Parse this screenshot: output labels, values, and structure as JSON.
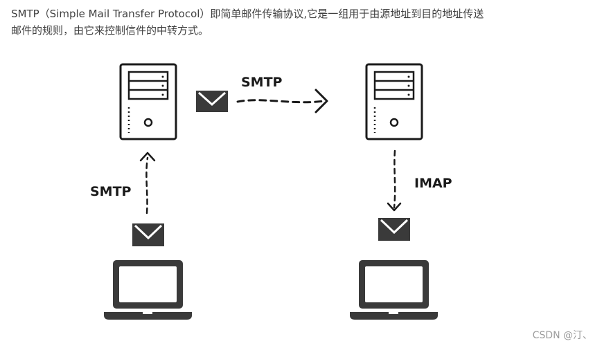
{
  "intro": {
    "line1": "SMTP（Simple Mail Transfer Protocol）即简单邮件传输协议,它是一组用于由源地址到目的地址传送",
    "line2": "邮件的规则，由它来控制信件的中转方式。"
  },
  "diagram": {
    "label_smtp_server_to_server": "SMTP",
    "label_smtp_client_to_server": "SMTP",
    "label_imap": "IMAP",
    "icons": [
      "sender-server-icon",
      "receiver-server-icon",
      "sender-laptop-icon",
      "receiver-laptop-icon",
      "envelope-icon"
    ]
  },
  "watermark": "CSDN @汀、"
}
